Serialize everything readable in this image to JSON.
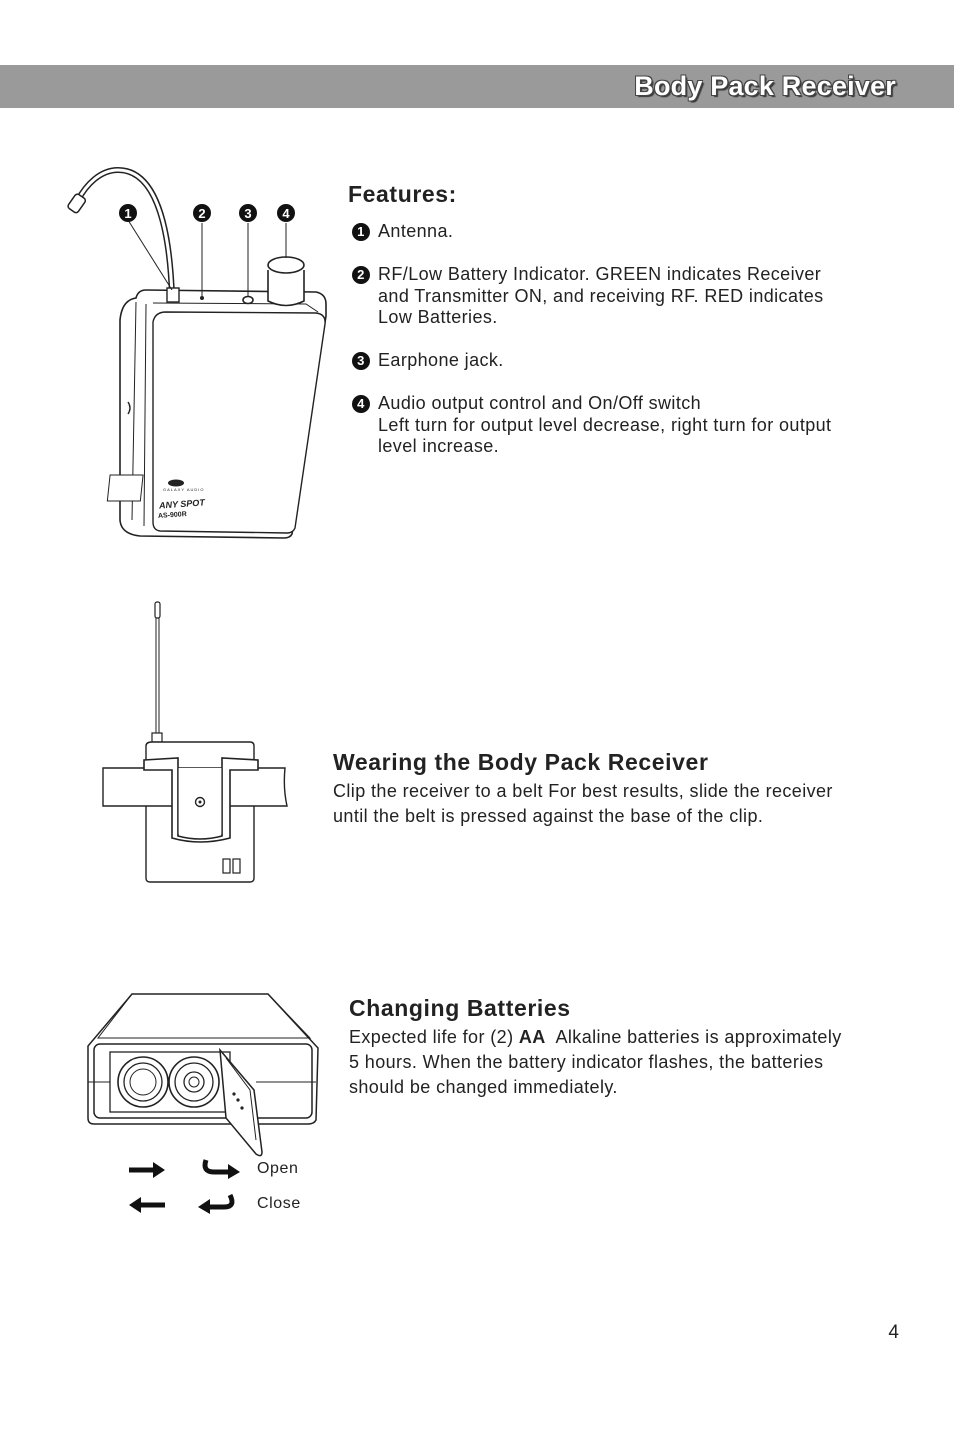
{
  "header": {
    "title": "Body Pack Receiver"
  },
  "features": {
    "title": "Features:",
    "items": [
      {
        "num": "1",
        "lines": [
          "Antenna."
        ]
      },
      {
        "num": "2",
        "lines": [
          "RF/Low Battery Indicator. GREEN indicates Receiver",
          "and Transmitter ON, and receiving RF. RED indicates",
          "Low Batteries."
        ]
      },
      {
        "num": "3",
        "lines": [
          "Earphone jack."
        ]
      },
      {
        "num": "4",
        "lines": [
          "Audio output control and On/Off switch",
          "Left turn for output level decrease, right turn for output",
          "level increase."
        ]
      }
    ],
    "callouts": [
      "1",
      "2",
      "3",
      "4"
    ],
    "device_labels": {
      "brand": "GALAXY AUDIO",
      "product": "ANY SPOT",
      "model": "AS-900R"
    }
  },
  "wearing": {
    "title": "Wearing the Body Pack Receiver",
    "lines": [
      "Clip the receiver to a belt  For best results, slide the receiver",
      "until the belt is pressed against the base of the clip."
    ]
  },
  "batteries": {
    "title": "Changing Batteries",
    "line1_prefix": "Expected life for (2) ",
    "line1_bold": "AA",
    "line1_suffix": "  Alkaline batteries is approximately",
    "line2": "5 hours. When the battery indicator flashes, the batteries",
    "line3": "should be changed immediately.",
    "legend": {
      "open": "Open",
      "close": "Close"
    }
  },
  "page_number": "4"
}
